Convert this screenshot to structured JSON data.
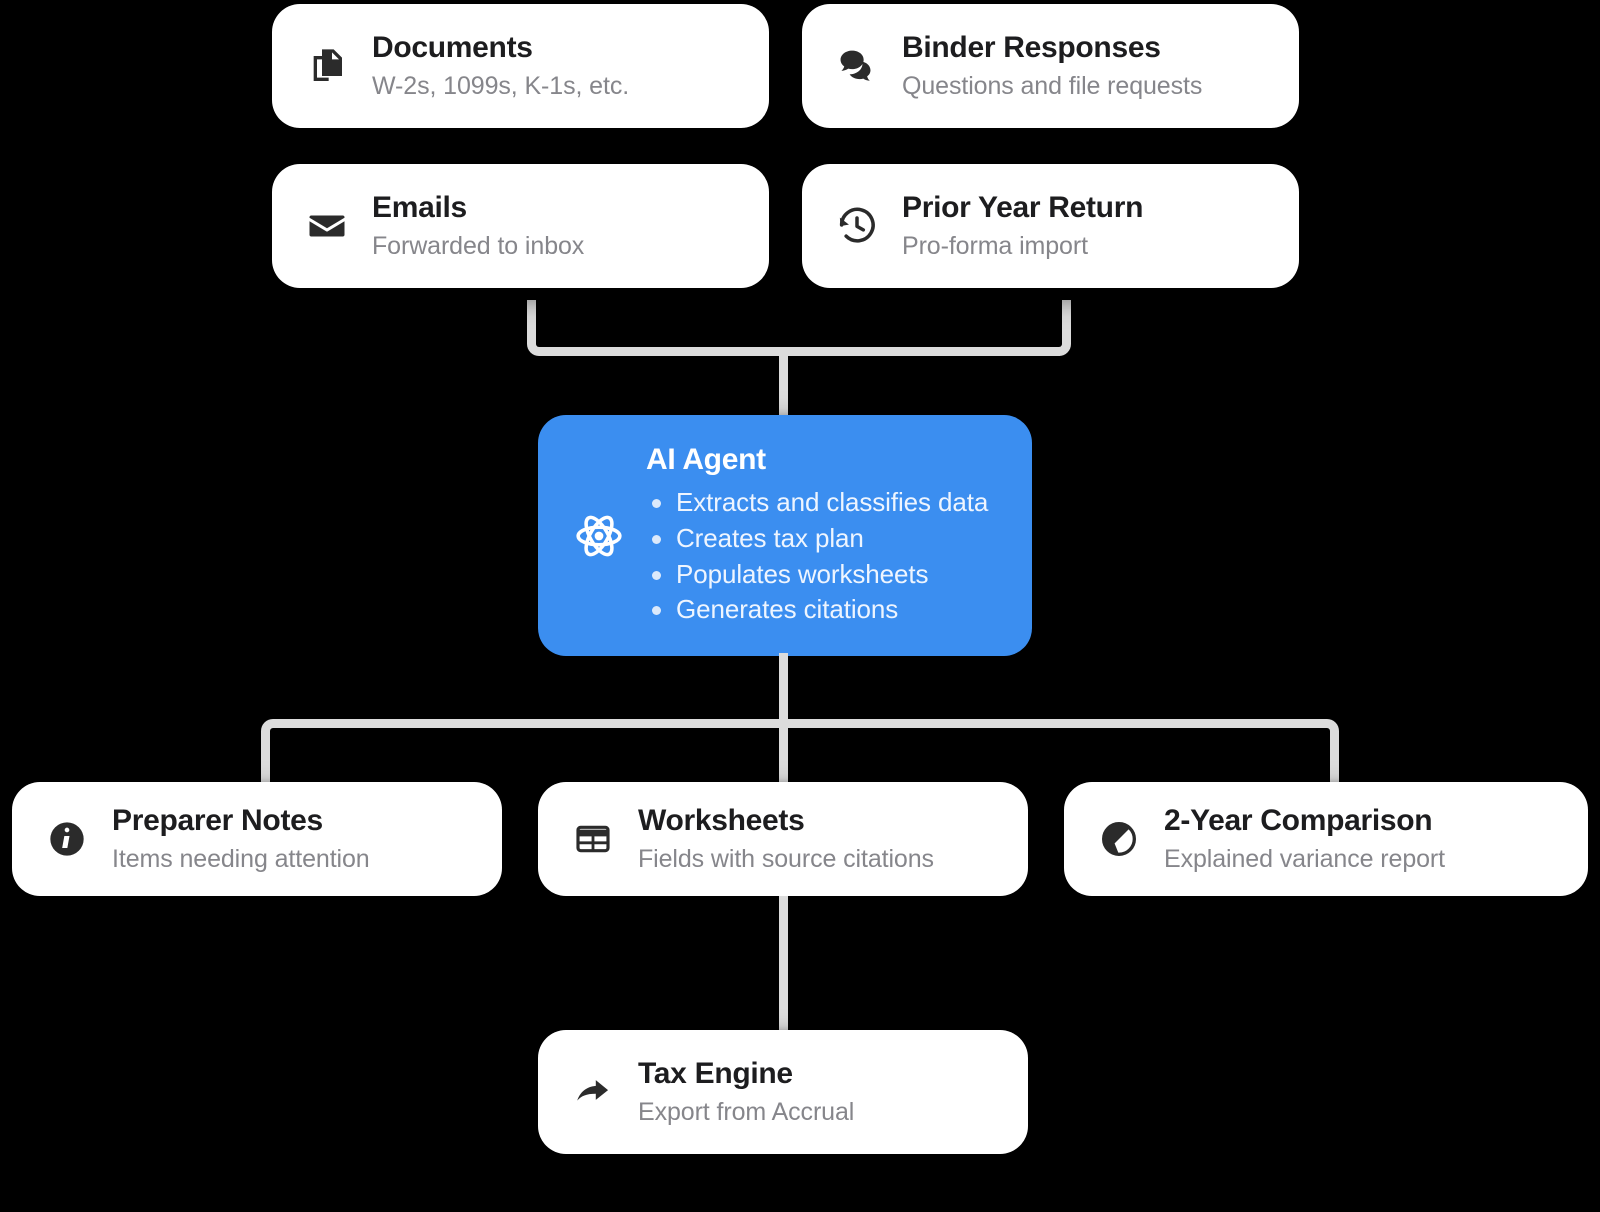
{
  "theme": {
    "background": "#000000",
    "card_bg": "#ffffff",
    "accent": "#3b8ef0",
    "title_color": "#1d1d1f",
    "subtitle_color": "#86868b",
    "connector_color": "#dcdcdc",
    "agent_text_color": "#eef5ff"
  },
  "diagram": {
    "type": "flow",
    "inputs": [
      {
        "id": "documents",
        "icon": "documents-copy-icon",
        "title": "Documents",
        "subtitle": "W-2s, 1099s, K-1s, etc."
      },
      {
        "id": "binder-responses",
        "icon": "chat-bubbles-icon",
        "title": "Binder Responses",
        "subtitle": "Questions and file requests"
      },
      {
        "id": "emails",
        "icon": "envelope-icon",
        "title": "Emails",
        "subtitle": "Forwarded to inbox"
      },
      {
        "id": "prior-year-return",
        "icon": "history-clock-icon",
        "title": "Prior Year Return",
        "subtitle": "Pro-forma import"
      }
    ],
    "agent": {
      "id": "ai-agent",
      "icon": "atom-icon",
      "title": "AI Agent",
      "bullets": [
        "Extracts and classifies data",
        "Creates tax plan",
        "Populates worksheets",
        "Generates citations"
      ]
    },
    "outputs": [
      {
        "id": "preparer-notes",
        "icon": "info-circle-icon",
        "title": "Preparer Notes",
        "subtitle": "Items needing attention"
      },
      {
        "id": "worksheets",
        "icon": "table-grid-icon",
        "title": "Worksheets",
        "subtitle": "Fields with source citations"
      },
      {
        "id": "two-year-comparison",
        "icon": "half-filled-circle-icon",
        "title": "2-Year Comparison",
        "subtitle": "Explained variance report"
      }
    ],
    "final": {
      "id": "tax-engine",
      "icon": "share-forward-arrow-icon",
      "title": "Tax Engine",
      "subtitle": "Export from Accrual"
    }
  }
}
